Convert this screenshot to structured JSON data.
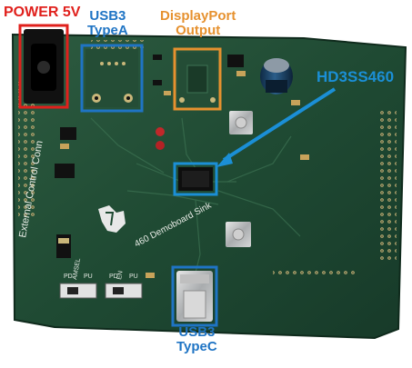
{
  "callouts": {
    "power": "POWER 5V",
    "usb3_typea_line1": "USB3",
    "usb3_typea_line2": "TypeA",
    "displayport_line1": "DisplayPort",
    "displayport_line2": "Output",
    "chip": "HD3SS460",
    "usb3_typec_line1": "USB3",
    "usb3_typec_line2": "TypeC"
  },
  "board_silkscreen": {
    "name": "460 Demoboard Sink",
    "side_text": "External Control Conn",
    "switch1": "AMSEL",
    "switch2": "EN",
    "pd": "PD",
    "pu": "PU",
    "ti_logo_text": "TEXAS INSTRUMENTS"
  },
  "colors": {
    "power_box": "#e0201c",
    "usb_box": "#1f74c4",
    "dp_box": "#e6912f",
    "chip_box": "#1b8fd6",
    "pcb": "#1f4a33"
  }
}
